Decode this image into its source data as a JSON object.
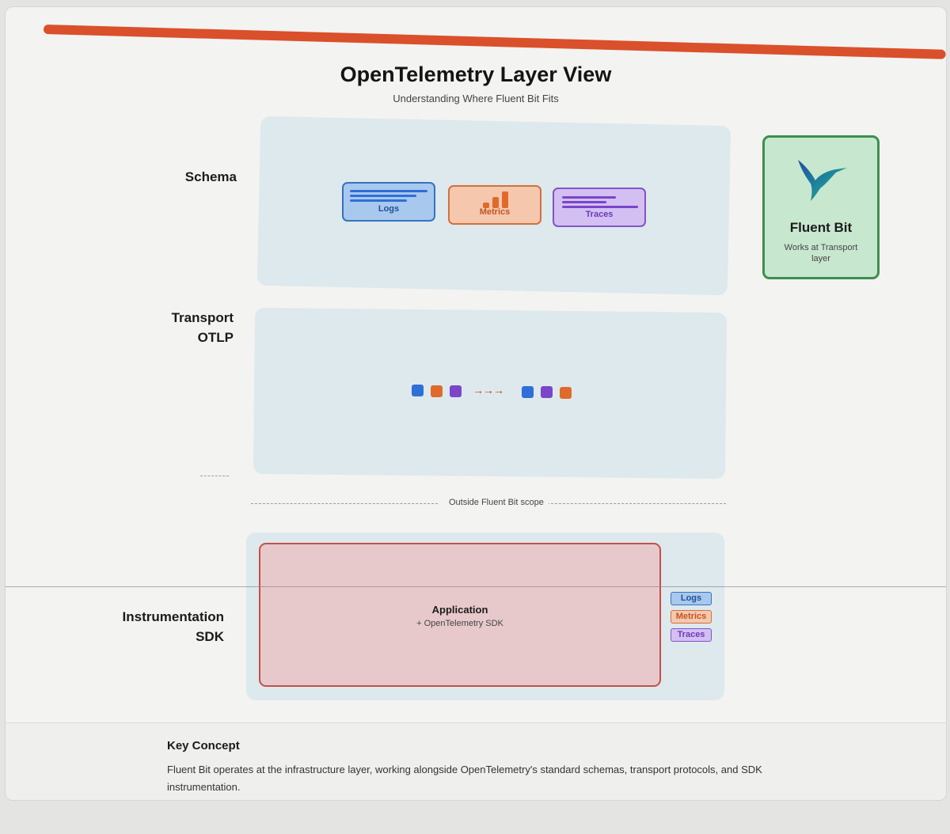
{
  "title": "OpenTelemetry Layer View",
  "subtitle": "Understanding Where Fluent Bit Fits",
  "layers": {
    "schema": {
      "label": "Schema"
    },
    "transport": {
      "label1": "Transport",
      "label2": "OTLP",
      "arrows": "→→→"
    },
    "instrumentation": {
      "label1": "Instrumentation",
      "label2": "SDK"
    }
  },
  "signals": {
    "logs": "Logs",
    "metrics": "Metrics",
    "traces": "Traces"
  },
  "colors": {
    "accent": "#d9502b",
    "logs": "#2f6fd6",
    "metrics": "#e06a2c",
    "traces": "#7a45c9",
    "fluent_bit_border": "#3c8f50",
    "application_border": "#c4504b"
  },
  "fluent_bit": {
    "name": "Fluent Bit",
    "description": "Works at Transport layer",
    "icon": "hummingbird-icon"
  },
  "scope_divider": "Outside Fluent Bit scope",
  "application": {
    "title": "Application",
    "subtitle": "+ OpenTelemetry SDK"
  },
  "sdk_tags": [
    "Logs",
    "Metrics",
    "Traces"
  ],
  "key_concept": {
    "title": "Key Concept",
    "text": "Fluent Bit operates at the infrastructure layer, working alongside OpenTelemetry's standard schemas, transport protocols, and SDK instrumentation."
  }
}
